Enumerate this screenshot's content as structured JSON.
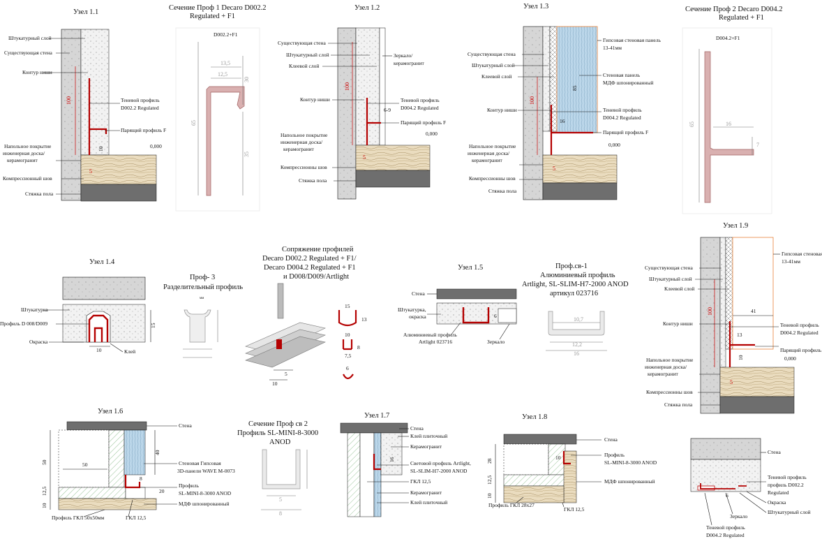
{
  "colors": {
    "concrete": "#d6d6d6",
    "screed": "#6e6e6e",
    "wood": "#eadcbf",
    "profile": "#b40000",
    "mdf": "#bcd7ea",
    "gypsum_stroke": "#e8833a",
    "hatch_green": "#6aa86a"
  },
  "node11": {
    "title": "Узел 1.1",
    "labels": [
      "Штукатурный слой",
      "Существующая стена",
      "Контур ниши",
      "Теневой профиль",
      "D002.2 Regulated",
      "Парящий профиль F",
      "Напольное покрытие",
      "инженерная доска/",
      "керамогранит",
      "Компрессионный шов",
      "Стяжка пола"
    ],
    "dims": [
      "100",
      "10",
      "0,000",
      "5"
    ]
  },
  "sect1": {
    "title_line1": "Сечение Проф 1 Decaro D002.2",
    "title_line2": "Regulated + F1",
    "code": "D002.2+F1",
    "dims": [
      "13,5",
      "12,5",
      "30",
      "65",
      "35"
    ]
  },
  "node12": {
    "title": "Узел 1.2",
    "labels": [
      "Существующая стена",
      "Штукатурный слой",
      "Клеевой слой",
      "Зеркало/",
      "керамогранит",
      "Контур ниши",
      "Теневой профиль",
      "D004.2 Regulated",
      "Парящий профиль F",
      "Напольное покрытие",
      "инженерная доска/",
      "керамогранит",
      "Компрессионны шов",
      "Стяжка пола"
    ],
    "dims": [
      "100",
      "6-9",
      "0,000",
      "5"
    ]
  },
  "node13": {
    "title": "Узел 1.3",
    "labels": [
      "Гипсовая стеновая панель",
      "13-41мм",
      "Существующая стена",
      "Штукатурный слой",
      "Клеевой слой",
      "Стеновая панель",
      "МДФ шпонированный",
      "Контур ниши",
      "Теневой профиль",
      "D004.2 Regulated",
      "Парящий профиль F",
      "Напольное покрытие",
      "инженерная доска/",
      "керамогранит",
      "Компрессионны шов",
      "Стяжка пола"
    ],
    "dims": [
      "85",
      "100",
      "16",
      "0,000",
      "5"
    ]
  },
  "sect2": {
    "title_line1": "Сечение Проф 2 Decaro D004.2",
    "title_line2": "Regulated + F1",
    "code": "D004.2+F1",
    "dims": [
      "65",
      "16",
      "7"
    ]
  },
  "node19": {
    "title": "Узел 1.9",
    "labels": [
      "Гипсовая стеновая",
      "13-41мм",
      "Существующая стена",
      "Штукатурный слой",
      "Клеевой слой",
      "Контур ниши",
      "Теневой профиль",
      "D004.2 Regulated",
      "Парящий профиль",
      "Напольное покрытие",
      "инженерная доска/",
      "керамогранит",
      "Компрессионны шов",
      "Стяжка пола"
    ],
    "dims": [
      "41",
      "100",
      "13",
      "10",
      "0,000",
      "5"
    ]
  },
  "node14": {
    "title": "Узел 1.4",
    "labels": [
      "Штукатурка",
      "Профиль D 008/D009",
      "Окраска",
      "Клей"
    ],
    "dims": [
      "15",
      "10"
    ]
  },
  "prof3": {
    "title_line1": "Проф- 3",
    "title_line2": "Разделительный профиль",
    "small": "мм"
  },
  "joint": {
    "title_line1": "Сопряжение профилей",
    "title_line2": "Decaro D002.2 Regulated + F1/",
    "title_line3": "Decaro D004.2 Regulated + F1",
    "title_line4": "и D008/D009/Artlight",
    "dims": [
      "5",
      "10",
      "15",
      "13",
      "10",
      "7,5",
      "8",
      "6"
    ]
  },
  "node15": {
    "title": "Узел 1.5",
    "labels": [
      "Стена",
      "Штукатурка,",
      "окраска",
      "Алюминиевый профиль",
      "Artlight 023716",
      "Зеркало"
    ],
    "dims": [
      "6"
    ]
  },
  "profsv1": {
    "title_line1": "Проф.св-1",
    "title_line2": "Алюминиевый профиль",
    "title_line3": "Artlight, SL-SLIM-H7-2000 ANOD",
    "title_line4": "артикул 023716",
    "dims": [
      "10,7",
      "12,2",
      "16"
    ]
  },
  "node16": {
    "title": "Узел 1.6",
    "labels": [
      "Стена",
      "Стеновая  Гипсовая",
      "3D-панели WAVE М-0073",
      "Профиль",
      "SL-MINI-8-3000 ANOD",
      "МДФ шпонированный",
      "Профиль ГКЛ 50х50мм",
      "ГКЛ 12,5"
    ],
    "dims": [
      "50",
      "50",
      "40",
      "8",
      "12,5",
      "20",
      "10"
    ]
  },
  "sectsv2": {
    "title_line1": "Сечение Проф св 2",
    "title_line2": "Профиль SL-MINI-8-3000",
    "title_line3": "ANOD",
    "dims": [
      "5",
      "8"
    ]
  },
  "node17": {
    "title": "Узел 1.7",
    "labels": [
      "Стена",
      "Клей плиточный",
      "Керамогранит",
      "Световой профиль Artlight,",
      "SL-SLIM-H7-2000 ANOD",
      "ГКЛ 12,5",
      "Керамогранит",
      "Клей плиточный"
    ],
    "dims": [
      "16"
    ]
  },
  "node18": {
    "title": "Узел 1.8",
    "labels": [
      "Стена",
      "Профиль",
      "SL-MINI-8-3000 ANOD",
      "МДФ шпонированный",
      "Профиль ГКЛ 28х27",
      "ГКЛ 12,5"
    ],
    "dims": [
      "10",
      "28",
      "12,5",
      "10"
    ]
  },
  "node_last": {
    "labels": [
      "Стена",
      "Теневой профиль",
      "профиль D002.2",
      "Regulated",
      "Окраска",
      "Штукатурный слой",
      "Зеркало",
      "Теневой  профиль",
      "D004.2 Regulated"
    ],
    "dims": [
      "6"
    ]
  }
}
